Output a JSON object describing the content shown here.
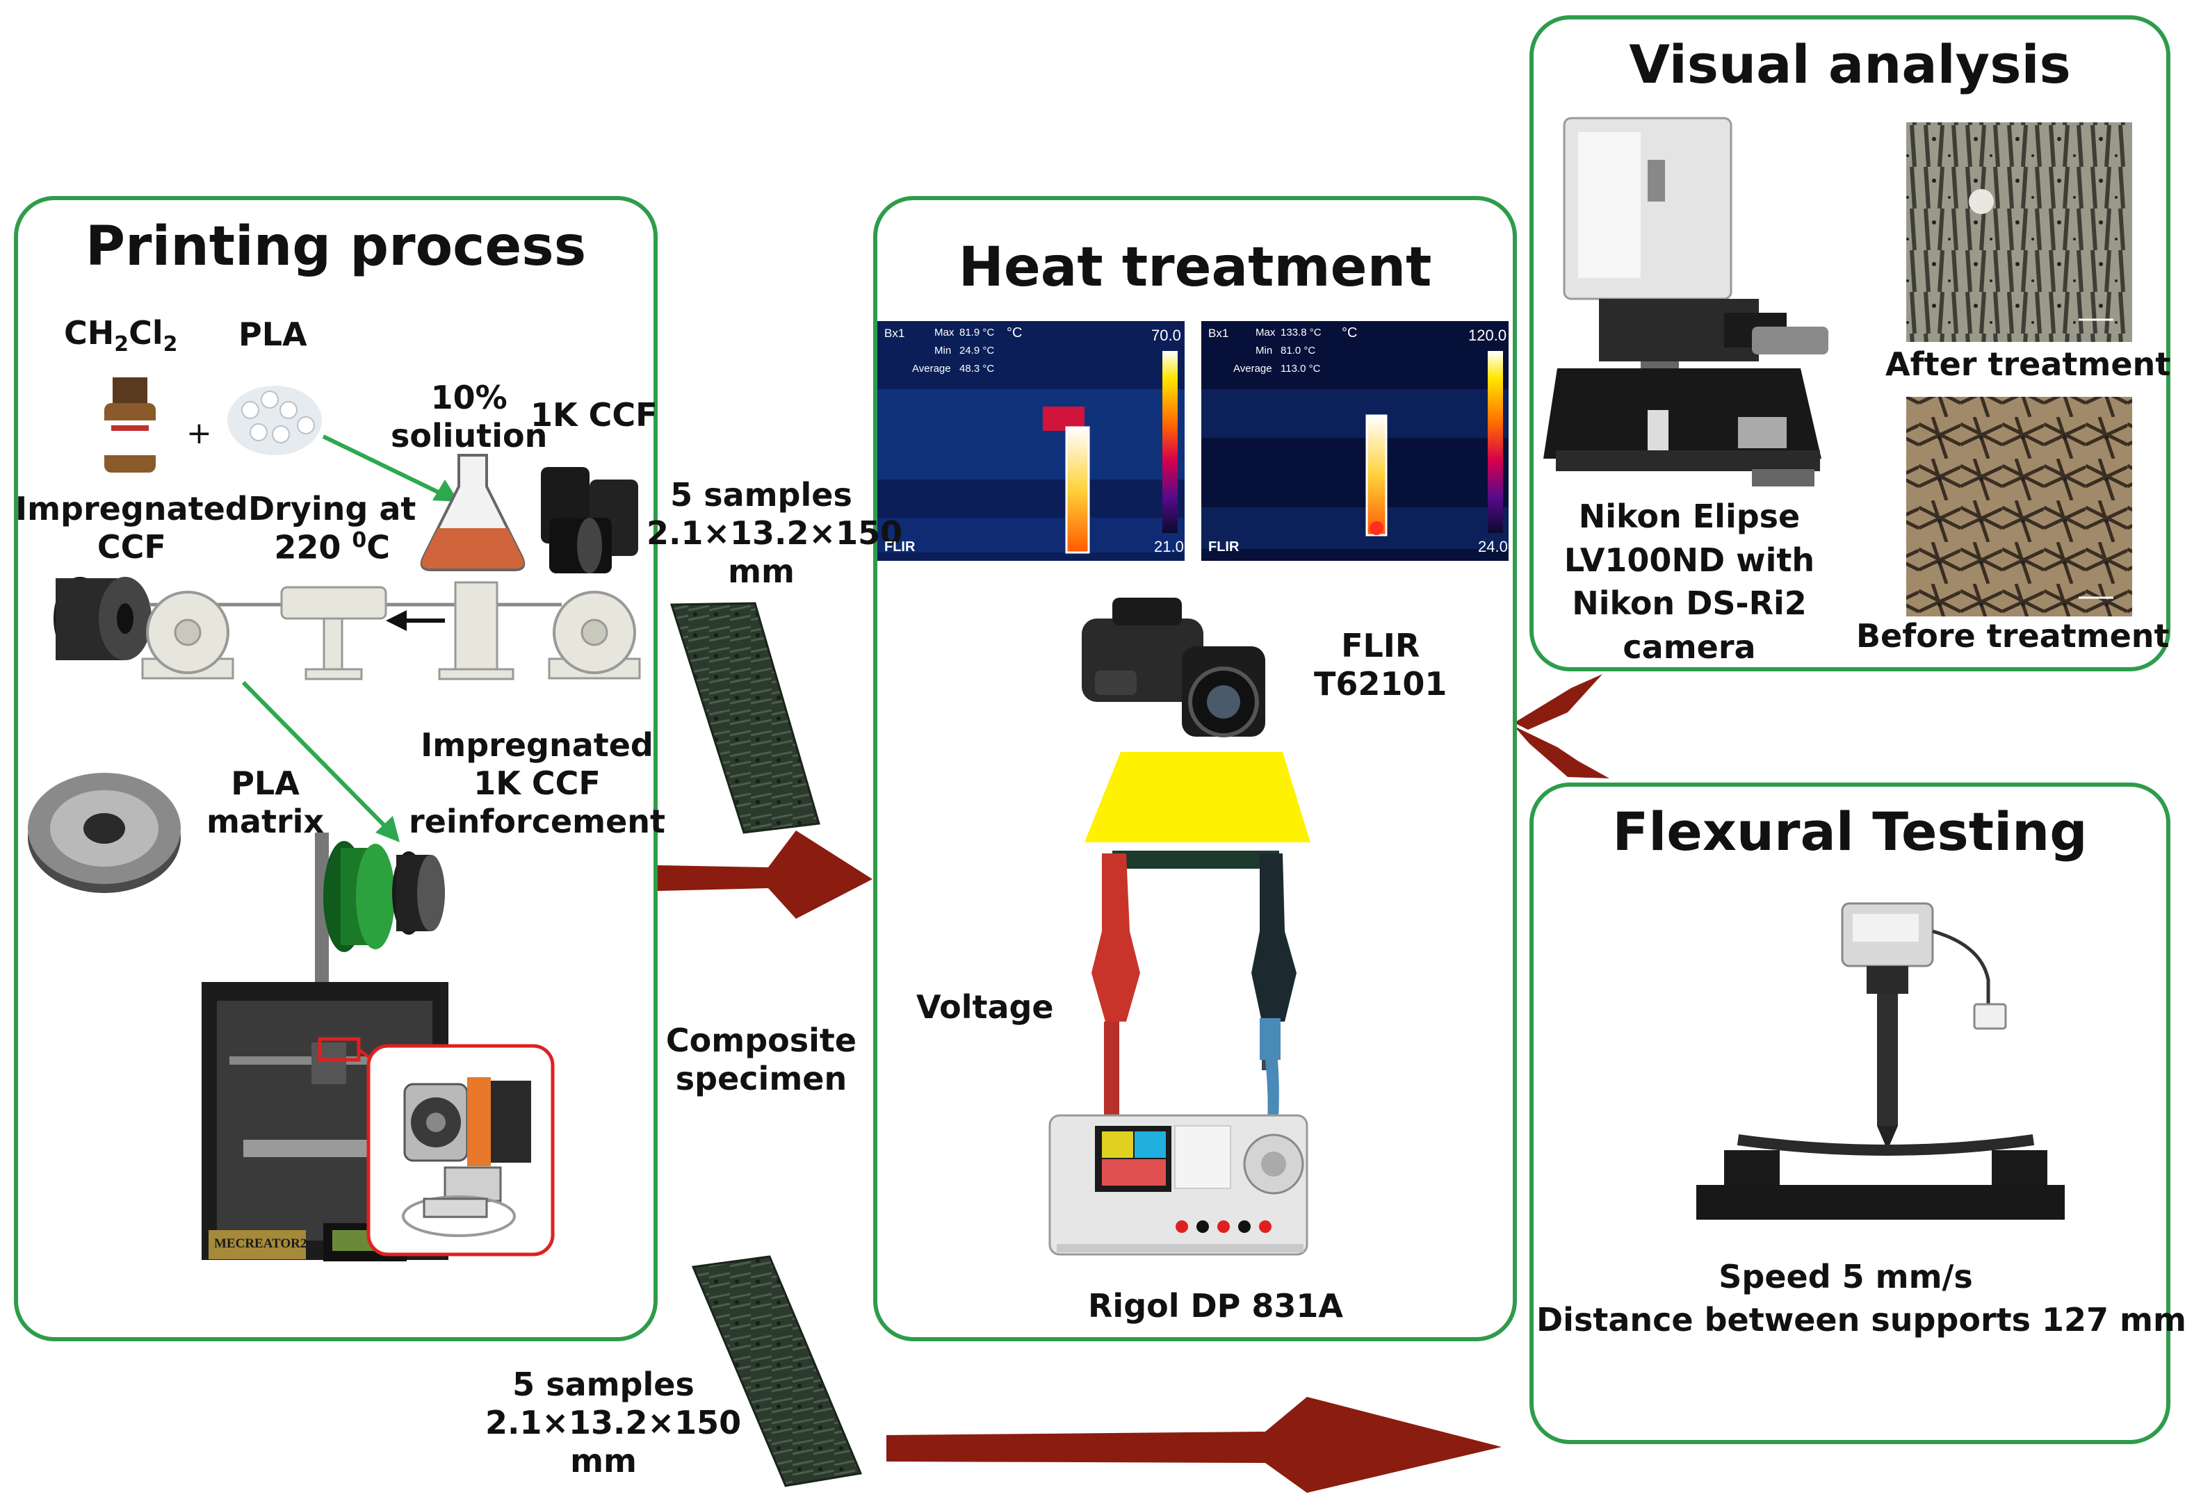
{
  "panels": {
    "printing": {
      "title": "Printing process"
    },
    "heat": {
      "title": "Heat treatment"
    },
    "visual": {
      "title": "Visual analysis"
    },
    "flexural": {
      "title": "Flexural Testing"
    }
  },
  "printing": {
    "solvent_main": "CH",
    "solvent_sub1": "2",
    "solvent_cl": "Cl",
    "solvent_sub2": "2",
    "pla": "PLA",
    "plus": "+",
    "solution_line1": "10%",
    "solution_line2": "soliution",
    "ccf_1k": "1K CCF",
    "impregnated_ccf_line1": "Impregnated",
    "impregnated_ccf_line2": "CCF",
    "drying_line1": "Drying at",
    "drying_line2": "220",
    "drying_sup": "0",
    "drying_unit": "C",
    "pla_matrix_line1": "PLA",
    "pla_matrix_line2": "matrix",
    "reinforce_line1": "Impregnated",
    "reinforce_line2": "1K CCF",
    "reinforce_line3": "reinforcement",
    "printer_brand": "MECREATOR2"
  },
  "samples_top": {
    "line1": "5 samples",
    "line2": "2.1×13.2×150",
    "line3": "mm"
  },
  "composite": {
    "line1": "Composite",
    "line2": "specimen"
  },
  "samples_bottom": {
    "line1": "5 samples",
    "line2": "2.1×13.2×150",
    "line3": "mm"
  },
  "heat": {
    "camera_line1": "FLIR",
    "camera_line2": "T62101",
    "voltage": "Voltage",
    "power_supply": "Rigol DP 831A",
    "thermal1": {
      "box": "Bx1",
      "max_label": "Max",
      "max": "81.9 °C",
      "min_label": "Min",
      "min": "24.9 °C",
      "avg_label": "Average",
      "avg": "48.3 °C",
      "unit": "°C",
      "scale_max": "70.0",
      "scale_min": "21.0",
      "brand": "FLIR"
    },
    "thermal2": {
      "box": "Bx1",
      "max_label": "Max",
      "max": "133.8 °C",
      "min_label": "Min",
      "min": "81.0 °C",
      "avg_label": "Average",
      "avg": "113.0 °C",
      "unit": "°C",
      "scale_max": "120.0",
      "scale_min": "24.0",
      "brand": "FLIR"
    }
  },
  "visual": {
    "microscope_line1": "Nikon Elipse",
    "microscope_line2": "LV100ND with",
    "microscope_line3": "Nikon DS-Ri2",
    "microscope_line4": "camera",
    "after": "After treatment",
    "before": "Before treatment"
  },
  "flexural": {
    "speed": "Speed 5 mm/s",
    "distance": "Distance between supports 127 mm"
  },
  "colors": {
    "panel_border": "#2e9c4a",
    "arrow": "#8b1c10",
    "green_arrow": "#2ea84f",
    "yellow_light": "#fff200"
  }
}
